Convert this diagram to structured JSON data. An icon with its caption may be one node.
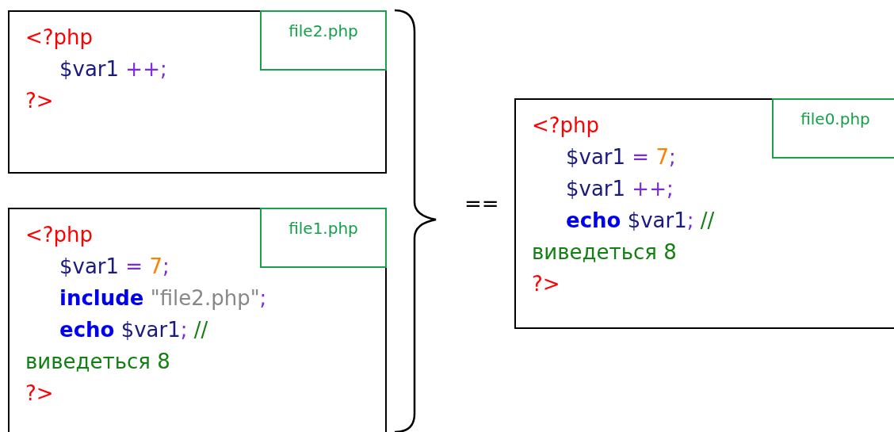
{
  "diagram": {
    "nodes": [
      {
        "text": [
          "<?php",
          "$var1 ++;",
          "?>"
        ]
      },
      {
        "text": [
          "file2.php"
        ],
        "in": 0
      },
      {
        "text": [
          "<?php",
          "$var1 = 7;",
          "**include** \"file2.php\";",
          "**echo** $var1; // виведеться 8",
          "?>"
        ]
      },
      {
        "text": [
          "file1.php"
        ],
        "in": 2
      },
      {
        "text": [
          "<?php",
          "$var1 = 7;",
          "$var1 ++;",
          "**echo** $var1; // виведеться 8",
          "?>"
        ]
      },
      {
        "text": [
          "file0.php"
        ],
        "in": 4
      }
    ],
    "edges": [],
    "labels": [
      "=="
    ]
  }
}
